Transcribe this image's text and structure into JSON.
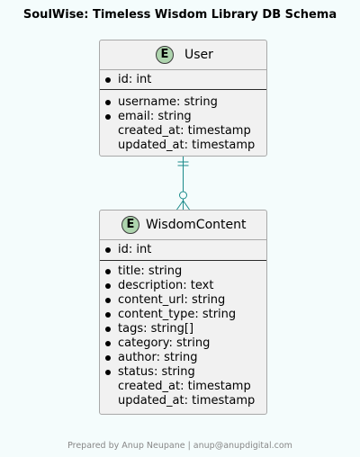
{
  "title": "SoulWise: Timeless Wisdom Library DB Schema",
  "footer": "Prepared by Anup Neupane | anup@anupdigital.com",
  "colors": {
    "background": "#f4fcfc",
    "entity_fill": "#f1f1f1",
    "badge_fill": "#aed4ae",
    "relation_line": "#1b8a8a"
  },
  "entities": {
    "user": {
      "badge": "E",
      "name": "User",
      "primary_key": "id: int",
      "fields": [
        {
          "text": "username: string",
          "mandatory": true
        },
        {
          "text": "email: string",
          "mandatory": true
        },
        {
          "text": "created_at: timestamp",
          "mandatory": false
        },
        {
          "text": "updated_at: timestamp",
          "mandatory": false
        }
      ]
    },
    "wisdom_content": {
      "badge": "E",
      "name": "WisdomContent",
      "primary_key": "id: int",
      "fields": [
        {
          "text": "title: string",
          "mandatory": true
        },
        {
          "text": "description: text",
          "mandatory": true
        },
        {
          "text": "content_url: string",
          "mandatory": true
        },
        {
          "text": "content_type: string",
          "mandatory": true
        },
        {
          "text": "tags: string[]",
          "mandatory": true
        },
        {
          "text": "category: string",
          "mandatory": true
        },
        {
          "text": "author: string",
          "mandatory": true
        },
        {
          "text": "status: string",
          "mandatory": true
        },
        {
          "text": "created_at: timestamp",
          "mandatory": false
        },
        {
          "text": "updated_at: timestamp",
          "mandatory": false
        }
      ]
    }
  },
  "relationship": {
    "from": "User",
    "to": "WisdomContent",
    "from_cardinality": "exactly-one",
    "to_cardinality": "zero-or-many"
  }
}
